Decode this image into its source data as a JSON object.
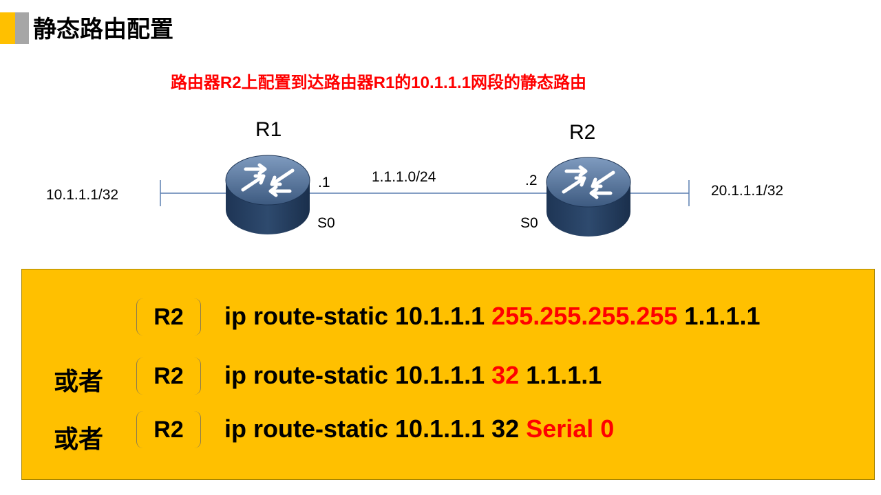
{
  "page": {
    "title": "静态路由配置",
    "subtitle": "路由器R2上配置到达路由器R1的10.1.1.1网段的静态路由"
  },
  "colors": {
    "accent_yellow": "#FFC000",
    "accent_gray": "#A6A6A6",
    "highlight_red": "#FF0000",
    "router_blue": "#2E4A6E"
  },
  "topology": {
    "r1": {
      "name": "R1",
      "lan": "10.1.1.1/32",
      "ip_suffix": ".1",
      "interface": "S0",
      "icon": "router-icon"
    },
    "r2": {
      "name": "R2",
      "lan": "20.1.1.1/32",
      "ip_suffix": ".2",
      "interface": "S0",
      "icon": "router-icon"
    },
    "link_network": "1.1.1.0/24"
  },
  "config": {
    "rows": [
      {
        "prefix": "",
        "device": "R2",
        "cmd_before": "ip route-static 10.1.1.1 ",
        "cmd_highlight": "255.255.255.255",
        "cmd_after": " 1.1.1.1"
      },
      {
        "prefix": "或者",
        "device": "R2",
        "cmd_before": "ip route-static 10.1.1.1 ",
        "cmd_highlight": "32",
        "cmd_after": " 1.1.1.1"
      },
      {
        "prefix": "或者",
        "device": "R2",
        "cmd_before": "ip route-static 10.1.1.1 32 ",
        "cmd_highlight": "Serial 0",
        "cmd_after": ""
      }
    ]
  }
}
